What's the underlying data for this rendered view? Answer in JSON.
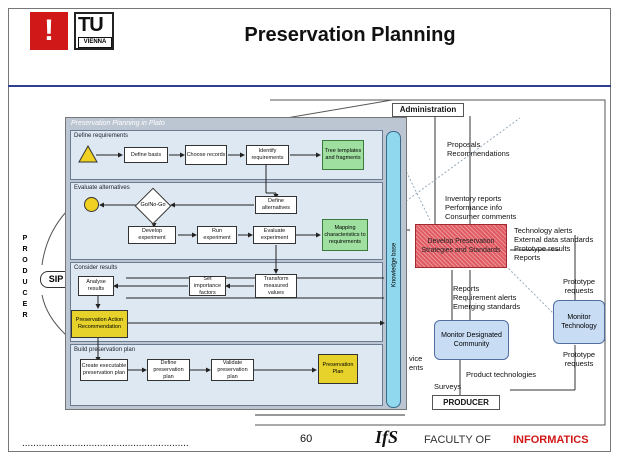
{
  "header": {
    "logo_mark": "!",
    "logo_tu": "TU",
    "logo_vienna": "VIENNA",
    "title": "Preservation Planning"
  },
  "oais": {
    "administration": "Administration",
    "proposals": "Proposals",
    "recommendations": "Recommendations",
    "inventory_reports": "Inventory reports",
    "performance_info": "Performance info",
    "consumer_comments": "Consumer comments",
    "develop_box": "Develop Preservation Strategies and Standards",
    "technology_alerts": "Technology alerts",
    "external_data_standards": "External data standards",
    "prototype_results": "Prototype results",
    "reports_right": "Reports",
    "prototype_requests_1": "Prototype requests",
    "prototype_requests_2": "Prototype requests",
    "monitor_technology": "Monitor Technology",
    "reports": "Reports",
    "requirement_alerts": "Requirement alerts",
    "emerging_standards": "Emerging standards",
    "monitor_community": "Monitor Designated Community",
    "product_technologies": "Product technologies",
    "surveys": "Surveys",
    "producer_box": "PRODUCER",
    "service_partial": "vice",
    "ents_partial": "ents"
  },
  "left": {
    "producer_letters": [
      "P",
      "R",
      "O",
      "D",
      "U",
      "C",
      "E",
      "R"
    ],
    "sip": "SIP"
  },
  "plato": {
    "title": "Preservation Planning in Plato",
    "knowledge_base": "Knowledge base",
    "sec1": {
      "title": "Define requirements",
      "define_basis": "Define basis",
      "choose_records": "Choose records",
      "identify_requirements": "Identify requirements",
      "tree_templates": "Tree templates and fragments"
    },
    "sec2": {
      "title": "Evaluate alternatives",
      "go_nogo": "Go/No-Go",
      "define_alternatives": "Define alternatives",
      "develop_experiment": "Develop experiment",
      "run_experiment": "Run experiment",
      "evaluate_experiment": "Evaluate experiment",
      "mapping": "Mapping characteristics to requirements"
    },
    "sec3": {
      "title": "Consider results",
      "analyse_results": "Analyse results",
      "set_importance": "Set importance factors",
      "transform_values": "Transform measured values",
      "recommendation": "Preservation Action Recommendation"
    },
    "sec4": {
      "title": "Build preservation plan",
      "create_plan": "Create executable preservation plan",
      "define_plan": "Define preservation plan",
      "validate_plan": "Validate preservation plan",
      "preservation_plan": "Preservation Plan"
    }
  },
  "footer": {
    "dots": "............................................................",
    "page_number": "60",
    "ifs_logo": "IfS",
    "faculty_of": "FACULTY OF",
    "informatics": "INFORMATICS"
  },
  "colors": {
    "accent_red": "#d01818",
    "header_rule": "#2f3f8f",
    "develop_box": "#e05a62",
    "knowledge_base": "#8fd8ee",
    "green_box": "#9fe0a0",
    "yellow_box": "#e6d22a"
  }
}
